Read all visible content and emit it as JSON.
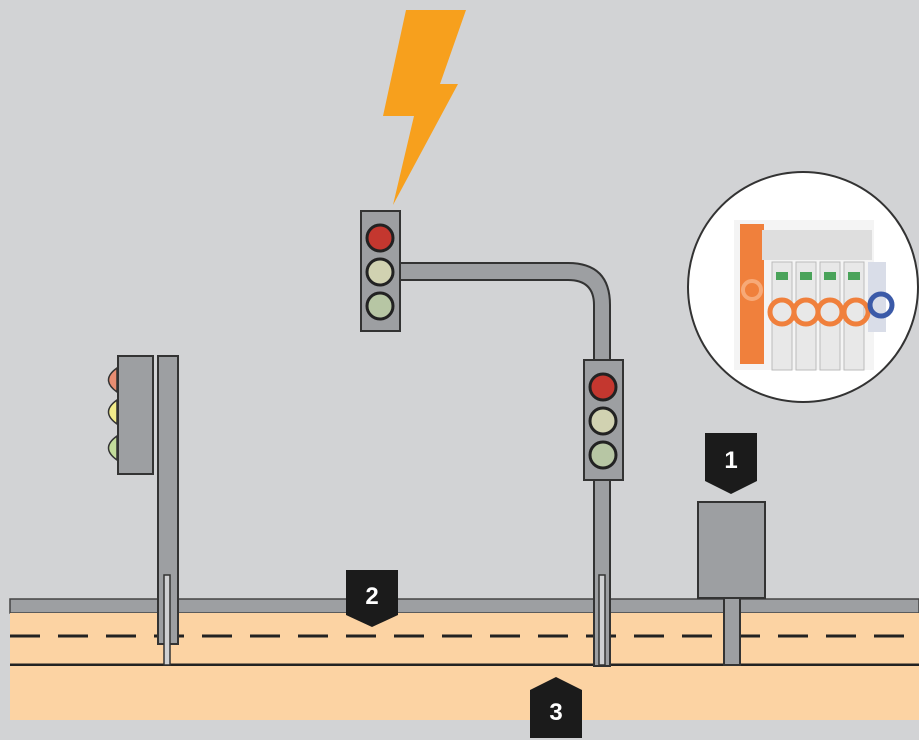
{
  "colors": {
    "background": "#d2d3d5",
    "road": "#fcd3a3",
    "pole": "#9d9fa2",
    "pole_stroke": "#333333",
    "lightning": "#f7a01d",
    "light_red": "#c4372f",
    "light_yellow": "#d1d2b1",
    "light_green": "#b7c6a4",
    "marker_fill": "#1b1b1b",
    "marker_text": "#ffffff",
    "device_orange": "#f0803c",
    "device_blue": "#3b5aa8"
  },
  "icons": {
    "lightning": "lightning-bolt-icon",
    "traffic_light": "traffic-light-icon",
    "surge_protector": "surge-protector-icon"
  },
  "markers": [
    {
      "label": "1"
    },
    {
      "label": "2"
    },
    {
      "label": "3"
    }
  ]
}
